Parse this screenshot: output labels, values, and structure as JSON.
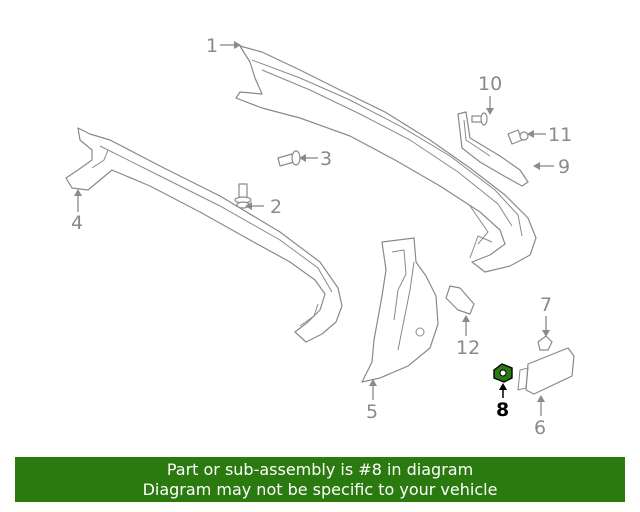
{
  "callouts": {
    "c1": "1",
    "c2": "2",
    "c3": "3",
    "c4": "4",
    "c5": "5",
    "c6": "6",
    "c7": "7",
    "c8": "8",
    "c9": "9",
    "c10": "10",
    "c11": "11",
    "c12": "12"
  },
  "highlight_color": "#2a7a10",
  "banner": {
    "line1": "Part or sub-assembly is #8 in diagram",
    "line2": "Diagram may not be specific to your vehicle"
  }
}
